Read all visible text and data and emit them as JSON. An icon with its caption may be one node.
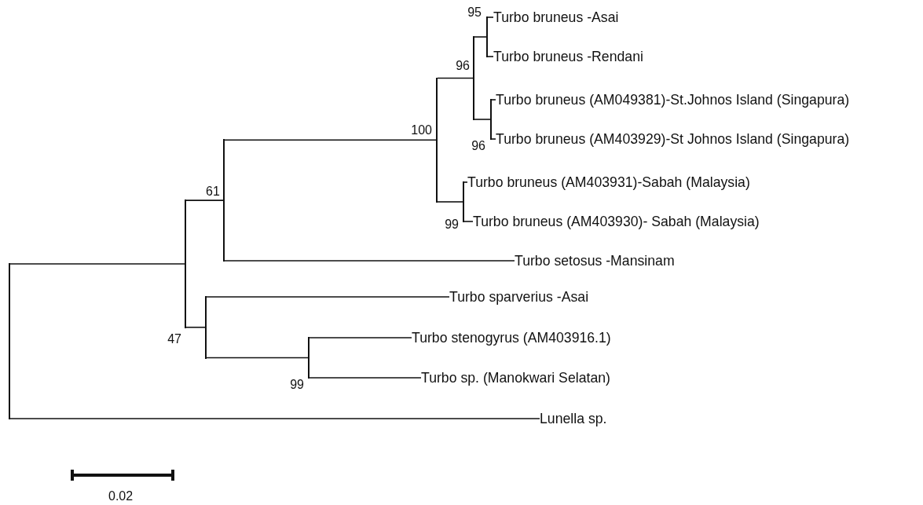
{
  "diagram": {
    "nodes": [
      {
        "text": [
          "Turbo bruneus -Asai"
        ]
      },
      {
        "text": [
          "Turbo bruneus -Rendani"
        ]
      },
      {
        "text": [
          "Turbo bruneus (AM049381)-St.Johnos Island (Singapura)"
        ]
      },
      {
        "text": [
          "Turbo bruneus (AM403929)-St Johnos Island (Singapura)"
        ]
      },
      {
        "text": [
          "Turbo bruneus (AM403931)-Sabah (Malaysia)"
        ]
      },
      {
        "text": [
          "Turbo bruneus (AM403930)- Sabah (Malaysia)"
        ]
      },
      {
        "text": [
          "Turbo setosus -Mansinam"
        ]
      },
      {
        "text": [
          "Turbo sparverius -Asai"
        ]
      },
      {
        "text": [
          "Turbo stenogyrus (AM403916.1)"
        ]
      },
      {
        "text": [
          "Turbo sp. (Manokwari Selatan)"
        ]
      },
      {
        "text": [
          "Lunella sp."
        ]
      },
      {
        "text": [],
        "shape": "bar"
      },
      {
        "text": [],
        "shape": "bar"
      },
      {
        "text": [],
        "shape": "bar"
      },
      {
        "text": [],
        "shape": "bar"
      },
      {
        "text": [],
        "shape": "bar"
      },
      {
        "text": [],
        "shape": "bar"
      },
      {
        "text": [],
        "shape": "bar"
      },
      {
        "text": [],
        "shape": "bar"
      },
      {
        "text": [],
        "shape": "bar"
      },
      {
        "text": [],
        "shape": "bar"
      }
    ],
    "edges": [
      {
        "from": 11,
        "to": 12,
        "arrow": "none"
      },
      {
        "from": 11,
        "to": 10,
        "arrow": "none"
      },
      {
        "from": 12,
        "to": 14,
        "arrow": "none"
      },
      {
        "from": 12,
        "to": 13,
        "arrow": "none"
      },
      {
        "from": 14,
        "to": 16,
        "arrow": "none"
      },
      {
        "from": 14,
        "to": 6,
        "arrow": "none"
      },
      {
        "from": 16,
        "to": 18,
        "arrow": "none"
      },
      {
        "from": 16,
        "to": 17,
        "arrow": "none"
      },
      {
        "from": 18,
        "to": 19,
        "arrow": "none"
      },
      {
        "from": 18,
        "to": 20,
        "arrow": "none"
      },
      {
        "from": 19,
        "to": 0,
        "arrow": "none"
      },
      {
        "from": 19,
        "to": 1,
        "arrow": "none"
      },
      {
        "from": 20,
        "to": 2,
        "arrow": "none"
      },
      {
        "from": 20,
        "to": 3,
        "arrow": "none"
      },
      {
        "from": 17,
        "to": 4,
        "arrow": "none"
      },
      {
        "from": 17,
        "to": 5,
        "arrow": "none"
      },
      {
        "from": 13,
        "to": 7,
        "arrow": "none"
      },
      {
        "from": 13,
        "to": 15,
        "arrow": "none"
      },
      {
        "from": 15,
        "to": 8,
        "arrow": "none"
      },
      {
        "from": 15,
        "to": 9,
        "arrow": "none"
      }
    ],
    "labels": [
      "95",
      "96",
      "100",
      "96",
      "99",
      "61",
      "47",
      "99",
      "0.02"
    ]
  }
}
